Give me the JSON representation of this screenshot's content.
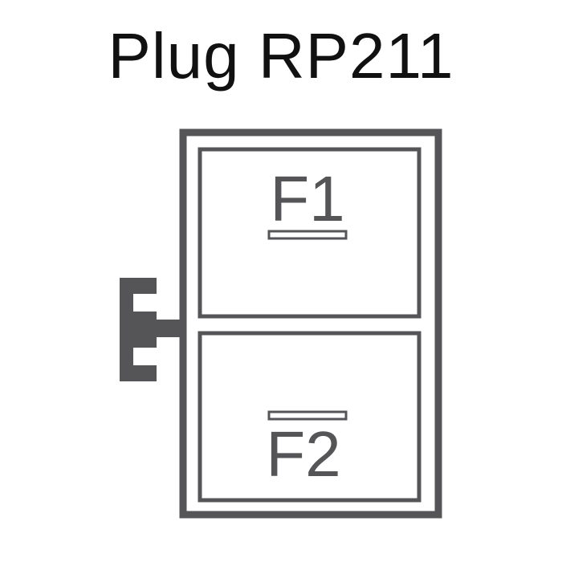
{
  "title": "Plug RP211",
  "colors": {
    "diagram_gray": "#555558",
    "text_dark": "#111111",
    "background": "#ffffff"
  },
  "slots": [
    {
      "label": "F1",
      "bar_position": "below-label"
    },
    {
      "label": "F2",
      "bar_position": "above-label"
    }
  ]
}
